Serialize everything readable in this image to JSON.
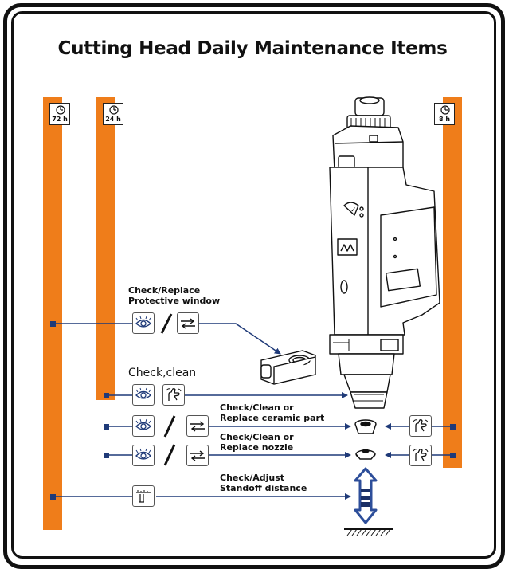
{
  "title": "Cutting Head Daily Maintenance Items",
  "intervals": {
    "left": "72 h",
    "middle": "24 h",
    "right": "8 h"
  },
  "items": [
    {
      "label_line1": "Check/Replace",
      "label_line2": "Protective window"
    },
    {
      "label_line1": "Check,clean",
      "label_line2": ""
    },
    {
      "label_line1": "Check/Clean or",
      "label_line2": "Replace ceramic part"
    },
    {
      "label_line1": "Check/Clean or",
      "label_line2": "Replace nozzle"
    },
    {
      "label_line1": "Check/Adjust",
      "label_line2": "Standoff distance"
    }
  ],
  "colors": {
    "bar": "#ef7d1a",
    "arrow": "#1f3a78",
    "standoff_arrow": "#2d4e9a"
  },
  "icons": [
    "clock-icon",
    "eye-icon",
    "replace-arrows-icon",
    "clean-hand-icon",
    "gauge-icon"
  ]
}
